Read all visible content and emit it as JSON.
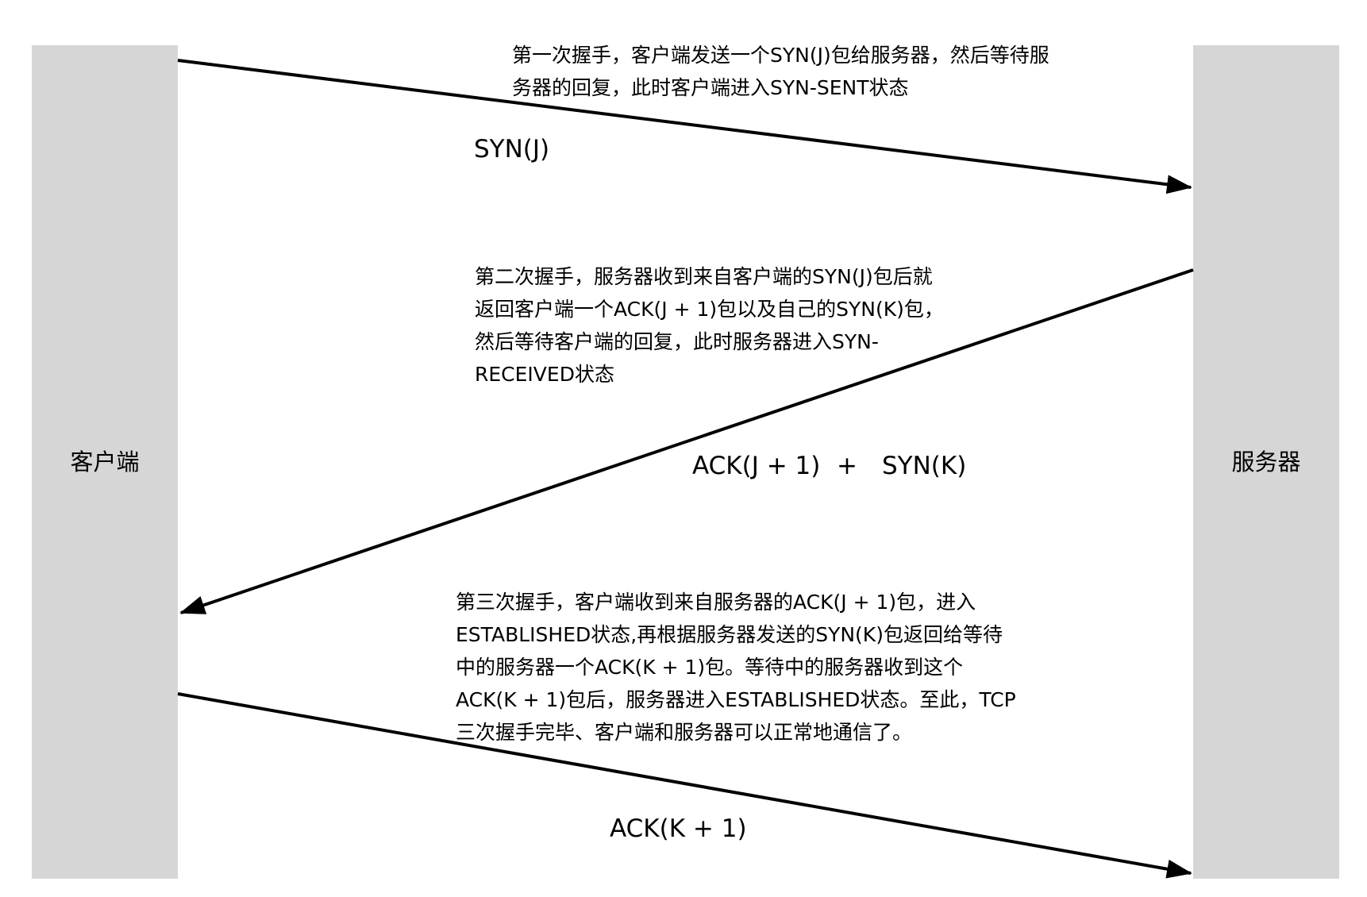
{
  "participants": {
    "client": "客户端",
    "server": "服务器"
  },
  "messages": {
    "syn_j": "SYN(J)",
    "ack_j_plus_1": "ACK(J + 1)",
    "plus": "+",
    "syn_k": "SYN(K)",
    "ack_k_plus_1": "ACK(K + 1)"
  },
  "notes": {
    "step1": [
      "第一次握手，客户端发送一个SYN(J)包给服务器，然后等待服",
      "务器的回复，此时客户端进入SYN-SENT状态"
    ],
    "step2": [
      "第二次握手，服务器收到来自客户端的SYN(J)包后就",
      "返回客户端一个ACK(J + 1)包以及自己的SYN(K)包，",
      "然后等待客户端的回复，此时服务器进入SYN-",
      "RECEIVED状态"
    ],
    "step3": [
      "第三次握手，客户端收到来自服务器的ACK(J + 1)包，进入",
      "ESTABLISHED状态,再根据服务器发送的SYN(K)包返回给等待",
      "中的服务器一个ACK(K + 1)包。等待中的服务器收到这个",
      "ACK(K + 1)包后，服务器进入ESTABLISHED状态。至此，TCP",
      "三次握手完毕、客户端和服务器可以正常地通信了。"
    ]
  },
  "colors": {
    "lane_fill": "#d6d6d6",
    "line": "#000000",
    "background": "#ffffff"
  }
}
